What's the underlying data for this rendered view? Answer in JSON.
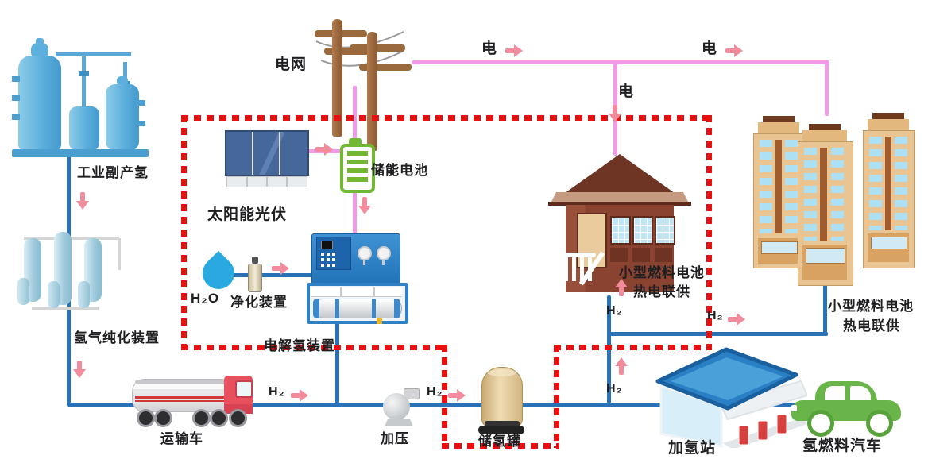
{
  "diagram": {
    "nodes": {
      "industrial_byproduct_hydrogen": "工业副产氢",
      "hydrogen_purification_unit": "氢气纯化装置",
      "power_grid": "电网",
      "solar_pv": "太阳能光伏",
      "storage_battery": "储能电池",
      "water": "H₂O",
      "water_purifier": "净化装置",
      "electrolyzer": "电解氢装置",
      "transport_truck": "运输车",
      "compressor": "加压",
      "hydrogen_storage_tank": "储氢罐",
      "refueling_station": "加氢站",
      "hydrogen_fuel_cell_vehicle": "氢燃料汽车",
      "house_chp_line1": "小型燃料电池",
      "house_chp_line2": "热电联供",
      "buildings_chp_line1": "小型燃料电池",
      "buildings_chp_line2": "热电联供"
    },
    "flows": {
      "electricity": "电",
      "hydrogen": "H₂"
    },
    "colors": {
      "pipe_blue": "#2a72b8",
      "electric_pink": "#f09ae8",
      "arrow_pink": "#f28b9b",
      "highlight_red": "#e81010"
    }
  }
}
